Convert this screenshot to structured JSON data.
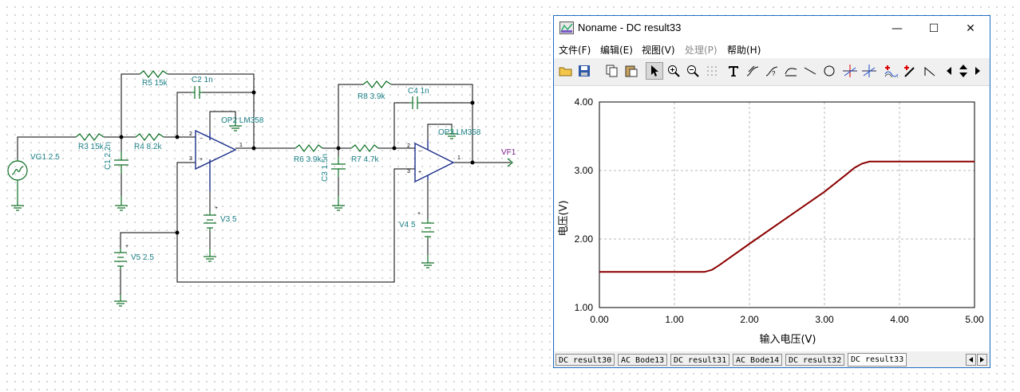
{
  "schematic": {
    "components": {
      "vg1": "VG1 2.5",
      "r3": "R3 15k",
      "r4": "R4 8.2k",
      "r5": "R5 15k",
      "c1": "C1 2.2n",
      "c2": "C2 1n",
      "op2": "OP2 LM358",
      "v3": "V3 5",
      "v5": "V5 2.5",
      "r6": "R6 3.9k",
      "r7": "R7 4.7k",
      "r8": "R8 3.9k",
      "c3": "C3 1.5n",
      "c4": "C4 1n",
      "op3": "OP3 LM358",
      "v4": "V4 5",
      "vf1": "VF1"
    },
    "pins": {
      "p1": "1",
      "p2": "2",
      "p3": "3",
      "plus": "+",
      "minus": "−",
      "plus_sign": "+"
    }
  },
  "window": {
    "title": "Noname - DC result33",
    "minimize": "—",
    "maximize": "☐",
    "close": "✕",
    "menu": [
      {
        "label": "文件(F)",
        "disabled": false
      },
      {
        "label": "编辑(E)",
        "disabled": false
      },
      {
        "label": "视图(V)",
        "disabled": false
      },
      {
        "label": "处理(P)",
        "disabled": true
      },
      {
        "label": "帮助(H)",
        "disabled": false
      }
    ],
    "tabs": [
      "DC result30",
      "AC Bode13",
      "DC result31",
      "AC Bode14",
      "DC result32",
      "DC result33"
    ],
    "active_tab": "DC result33"
  },
  "colors": {
    "trace": "#8b0000",
    "grid": "#b8b8b8",
    "wire": "#000000",
    "component": "#0a6e22",
    "opamp": "#1c2f8a"
  },
  "chart_data": {
    "type": "line",
    "xlabel": "输入电压(V)",
    "ylabel": "电压(V)",
    "xlim": [
      0,
      5
    ],
    "ylim": [
      1,
      4
    ],
    "x_ticks": [
      "0.00",
      "1.00",
      "2.00",
      "3.00",
      "4.00",
      "5.00"
    ],
    "y_ticks": [
      "1.00",
      "2.00",
      "3.00",
      "4.00"
    ],
    "grid": true,
    "series": [
      {
        "x": [
          0,
          0.5,
          1.0,
          1.4,
          1.5,
          1.6,
          2.0,
          2.5,
          3.0,
          3.3,
          3.4,
          3.5,
          3.6,
          4.0,
          4.5,
          5.0
        ],
        "y": [
          1.52,
          1.52,
          1.52,
          1.52,
          1.55,
          1.62,
          1.93,
          2.31,
          2.69,
          2.95,
          3.04,
          3.1,
          3.13,
          3.13,
          3.13,
          3.13
        ]
      }
    ]
  }
}
